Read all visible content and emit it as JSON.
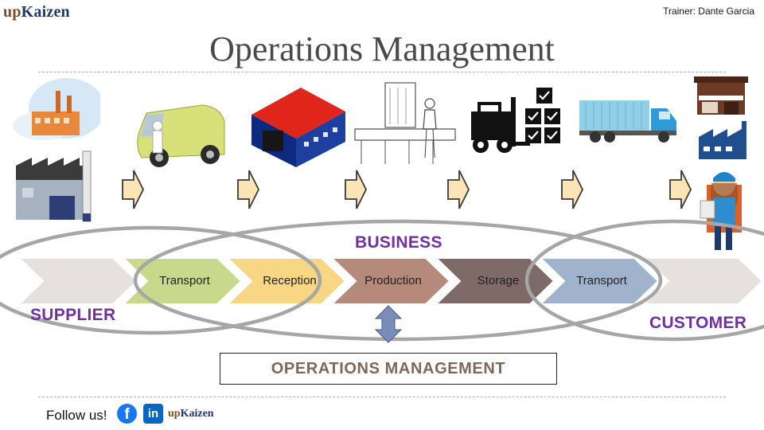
{
  "header": {
    "logo": {
      "part1": "up",
      "part2": "Kaizen"
    },
    "trainer": "Trainer:  Dante Garcia",
    "title": "Operations Management"
  },
  "illustrations": [
    {
      "name": "factory-icon"
    },
    {
      "name": "delivery-van-icon"
    },
    {
      "name": "warehouse-icon"
    },
    {
      "name": "production-line-icon"
    },
    {
      "name": "forklift-storage-icon"
    },
    {
      "name": "container-truck-icon"
    },
    {
      "name": "customer-shop-icon"
    }
  ],
  "flow": {
    "stages": [
      {
        "label": "",
        "color": "#e6e1de"
      },
      {
        "label": "Transport",
        "color": "#c9d98b"
      },
      {
        "label": "Reception",
        "color": "#f7d784"
      },
      {
        "label": "Production",
        "color": "#b58a7a"
      },
      {
        "label": "Storage",
        "color": "#7e6a66"
      },
      {
        "label": "Transport",
        "color": "#9fb4cc"
      },
      {
        "label": "",
        "color": "#e6e1de"
      }
    ]
  },
  "labels": {
    "business": "BUSINESS",
    "supplier": "SUPPLIER",
    "customer": "CUSTOMER",
    "ops_box": "OPERATIONS MANAGEMENT"
  },
  "footer": {
    "follow": "Follow us!",
    "facebook_glyph": "f",
    "linkedin_glyph": "in",
    "logo": {
      "part1": "up",
      "part2": "Kaizen"
    }
  },
  "colors": {
    "purple": "#7030a0",
    "ellipse": "#a6a6a6",
    "arrow_small": "#fce4b6",
    "arrow_small_stroke": "#3a3a3a",
    "double_arrow": "#7a8cb8"
  }
}
